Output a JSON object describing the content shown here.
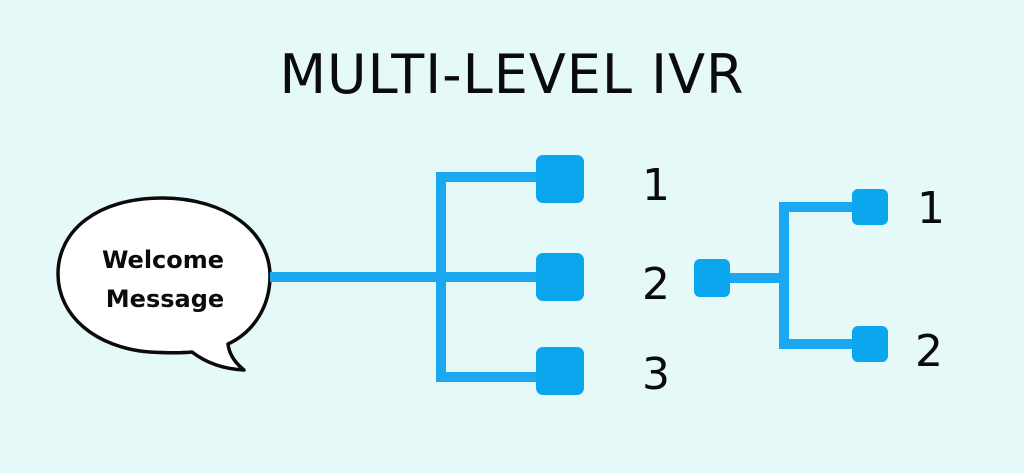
{
  "title": "MULTI-LEVEL IVR",
  "bubble": {
    "line1": "Welcome",
    "line2": "Message"
  },
  "level1_options": [
    "1",
    "2",
    "3"
  ],
  "level2_options": [
    "1",
    "2"
  ],
  "colors": {
    "background": "#e6f9f9",
    "connector": "#1aa9f0",
    "node": "#0aa7ef",
    "text": "#0b0b0b"
  }
}
